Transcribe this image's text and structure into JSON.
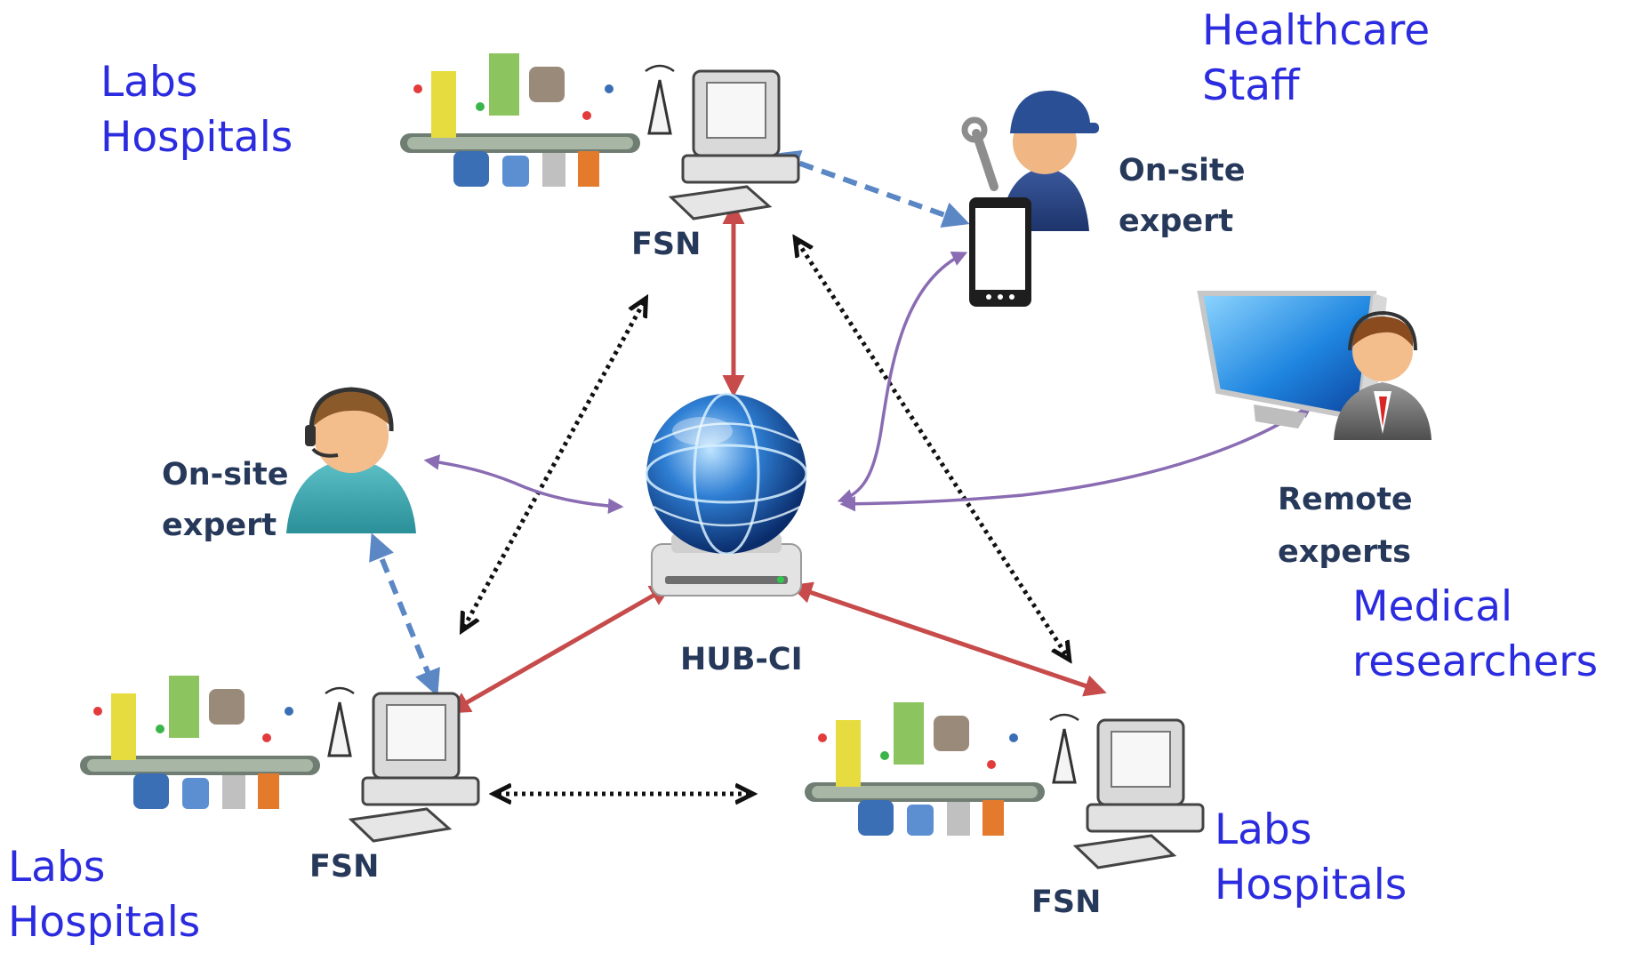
{
  "colors": {
    "label_text": "#2b2bdf",
    "node_text": "#27395a",
    "hub_link": "#c74b4b",
    "expert_link": "#8a6cb3",
    "dashed_link": "#5b87c5",
    "dotted_link": "#111111"
  },
  "labels": {
    "top_left_site": [
      "Labs",
      "Hospitals"
    ],
    "top_right_group": [
      "Healthcare",
      "Staff"
    ],
    "right_group": [
      "Medical",
      "researchers"
    ],
    "bottom_left_site": [
      "Labs",
      "Hospitals"
    ],
    "bottom_right_site": [
      "Labs",
      "Hospitals"
    ]
  },
  "nodes": {
    "fsn_top": "FSN",
    "fsn_bottom_left": "FSN",
    "fsn_bottom_right": "FSN",
    "hub": "HUB-CI",
    "onsite_expert_top": [
      "On-site",
      "expert"
    ],
    "onsite_expert_left": [
      "On-site",
      "expert"
    ],
    "remote_experts": [
      "Remote",
      "experts"
    ]
  },
  "icons": [
    "factory-line-icon",
    "wireless-antenna-icon",
    "desktop-computer-icon",
    "smartphone-icon",
    "mechanic-person-icon",
    "headset-person-icon",
    "monitor-icon",
    "globe-server-icon"
  ]
}
